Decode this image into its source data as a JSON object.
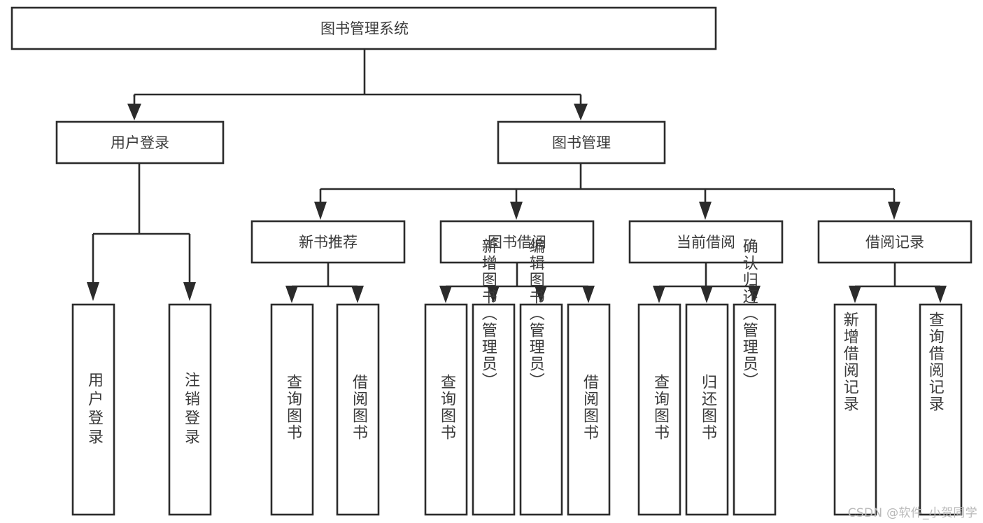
{
  "diagram": {
    "type": "tree-hierarchy",
    "title": "图书管理系统",
    "watermark": "CSDN @软件_小贺同学",
    "colors": {
      "background": "#ffffff",
      "box_stroke": "#2b2b2b",
      "box_fill": "#ffffff",
      "text": "#3a3a3a",
      "connector": "#2b2b2b",
      "watermark": "#b9b9b9"
    },
    "levels": [
      {
        "level": 1,
        "nodes": [
          {
            "id": "root",
            "label": "图书管理系统",
            "orientation": "horizontal"
          }
        ]
      },
      {
        "level": 2,
        "nodes": [
          {
            "id": "login",
            "label": "用户登录",
            "orientation": "horizontal",
            "parent": "root"
          },
          {
            "id": "book-mgmt",
            "label": "图书管理",
            "orientation": "horizontal",
            "parent": "root"
          }
        ]
      },
      {
        "level": 3,
        "nodes": [
          {
            "id": "new-book-rec",
            "label": "新书推荐",
            "orientation": "horizontal",
            "parent": "book-mgmt"
          },
          {
            "id": "book-borrow",
            "label": "图书借阅",
            "orientation": "horizontal",
            "parent": "book-mgmt"
          },
          {
            "id": "current-borrow",
            "label": "当前借阅",
            "orientation": "horizontal",
            "parent": "book-mgmt"
          },
          {
            "id": "borrow-record",
            "label": "借阅记录",
            "orientation": "horizontal",
            "parent": "book-mgmt"
          }
        ]
      },
      {
        "level": 4,
        "nodes": [
          {
            "id": "leaf-user-login",
            "label": "用户登录",
            "orientation": "vertical",
            "parent": "login"
          },
          {
            "id": "leaf-logout",
            "label": "注销登录",
            "orientation": "vertical",
            "parent": "login"
          },
          {
            "id": "leaf-query-book-1",
            "label": "查询图书",
            "orientation": "vertical",
            "parent": "new-book-rec"
          },
          {
            "id": "leaf-borrow-book-1",
            "label": "借阅图书",
            "orientation": "vertical",
            "parent": "new-book-rec"
          },
          {
            "id": "leaf-query-book-2",
            "label": "查询图书",
            "orientation": "vertical",
            "parent": "book-borrow"
          },
          {
            "id": "leaf-add-book",
            "label": "新增图书（管理员）",
            "orientation": "vertical",
            "parent": "book-borrow"
          },
          {
            "id": "leaf-edit-book",
            "label": "编辑图书（管理员）",
            "orientation": "vertical",
            "parent": "book-borrow"
          },
          {
            "id": "leaf-borrow-book-2",
            "label": "借阅图书",
            "orientation": "vertical",
            "parent": "book-borrow"
          },
          {
            "id": "leaf-query-book-3",
            "label": "查询图书",
            "orientation": "vertical",
            "parent": "current-borrow"
          },
          {
            "id": "leaf-return-book",
            "label": "归还图书",
            "orientation": "vertical",
            "parent": "current-borrow"
          },
          {
            "id": "leaf-confirm-return",
            "label": "确认归还（管理员）",
            "orientation": "vertical",
            "parent": "current-borrow"
          },
          {
            "id": "leaf-add-record",
            "label": "新增借阅记录",
            "orientation": "vertical",
            "parent": "borrow-record"
          },
          {
            "id": "leaf-query-record",
            "label": "查询借阅记录",
            "orientation": "vertical",
            "parent": "borrow-record"
          }
        ]
      }
    ],
    "labels": {
      "root": "图书管理系统",
      "login": "用户登录",
      "book_mgmt": "图书管理",
      "new_book_rec": "新书推荐",
      "book_borrow": "图书借阅",
      "current_borrow": "当前借阅",
      "borrow_record": "借阅记录",
      "leaf_user_login": "用户登录",
      "leaf_logout": "注销登录",
      "leaf_query_book_1": "查询图书",
      "leaf_borrow_book_1": "借阅图书",
      "leaf_query_book_2": "查询图书",
      "leaf_add_book": "新增图书（管理员）",
      "leaf_edit_book": "编辑图书（管理员）",
      "leaf_borrow_book_2": "借阅图书",
      "leaf_query_book_3": "查询图书",
      "leaf_return_book": "归还图书",
      "leaf_confirm_return": "确认归还（管理员）",
      "leaf_add_record": "新增借阅记录",
      "leaf_query_record": "查询借阅记录"
    }
  }
}
